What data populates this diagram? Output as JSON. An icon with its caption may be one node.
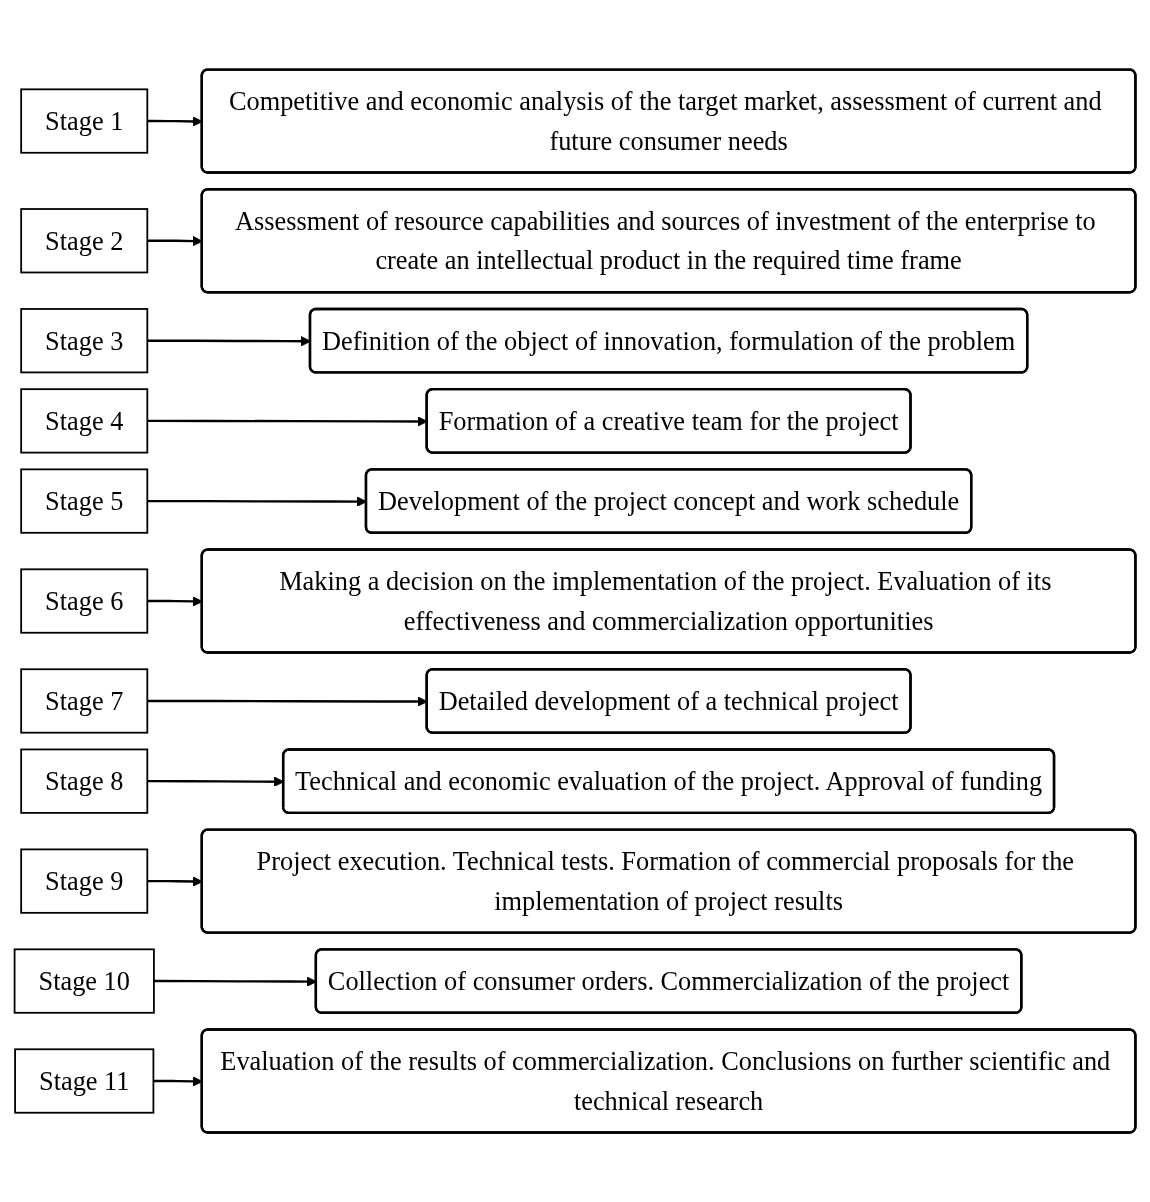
{
  "diagram": {
    "nodes": [
      {
        "text": [
          "Stage 1"
        ]
      },
      {
        "text": [
          "Competitive and economic analysis of the target market, assessment of current and future consumer needs"
        ]
      },
      {
        "text": [
          "Stage 2"
        ]
      },
      {
        "text": [
          "Assessment of resource capabilities and sources of investment of the enterprise to create an intellectual product in the required time frame"
        ]
      },
      {
        "text": [
          "Stage 3"
        ]
      },
      {
        "text": [
          "Definition of the object of innovation, formulation of the problem"
        ]
      },
      {
        "text": [
          "Stage 4"
        ]
      },
      {
        "text": [
          "Formation of a creative team for the project"
        ]
      },
      {
        "text": [
          "Stage 5"
        ]
      },
      {
        "text": [
          "Development of the project concept and work schedule"
        ]
      },
      {
        "text": [
          "Stage 6"
        ]
      },
      {
        "text": [
          "Making a decision on the implementation of the project. Evaluation of its effectiveness and commercialization opportunities"
        ]
      },
      {
        "text": [
          "Stage 7"
        ]
      },
      {
        "text": [
          "Detailed development of a technical project"
        ]
      },
      {
        "text": [
          "Stage 8"
        ]
      },
      {
        "text": [
          "Technical and economic evaluation of the project. Approval of funding"
        ]
      },
      {
        "text": [
          "Stage 9"
        ]
      },
      {
        "text": [
          "Project execution. Technical tests. Formation of commercial proposals for the implementation of project results"
        ]
      },
      {
        "text": [
          "Stage 10"
        ]
      },
      {
        "text": [
          "Collection of consumer orders. Commercialization of the project"
        ]
      },
      {
        "text": [
          "Stage 11"
        ]
      },
      {
        "text": [
          "Evaluation of the results of commercialization. Conclusions on further scientific and technical research"
        ]
      }
    ],
    "edges": [
      {
        "from": 0,
        "to": 1,
        "arrow": "to"
      },
      {
        "from": 2,
        "to": 3,
        "arrow": "to"
      },
      {
        "from": 4,
        "to": 5,
        "arrow": "to"
      },
      {
        "from": 6,
        "to": 7,
        "arrow": "to"
      },
      {
        "from": 8,
        "to": 9,
        "arrow": "to"
      },
      {
        "from": 10,
        "to": 11,
        "arrow": "to"
      },
      {
        "from": 12,
        "to": 13,
        "arrow": "to"
      },
      {
        "from": 14,
        "to": 15,
        "arrow": "to"
      },
      {
        "from": 16,
        "to": 17,
        "arrow": "to"
      },
      {
        "from": 18,
        "to": 19,
        "arrow": "to"
      },
      {
        "from": 20,
        "to": 21,
        "arrow": "to"
      }
    ]
  }
}
